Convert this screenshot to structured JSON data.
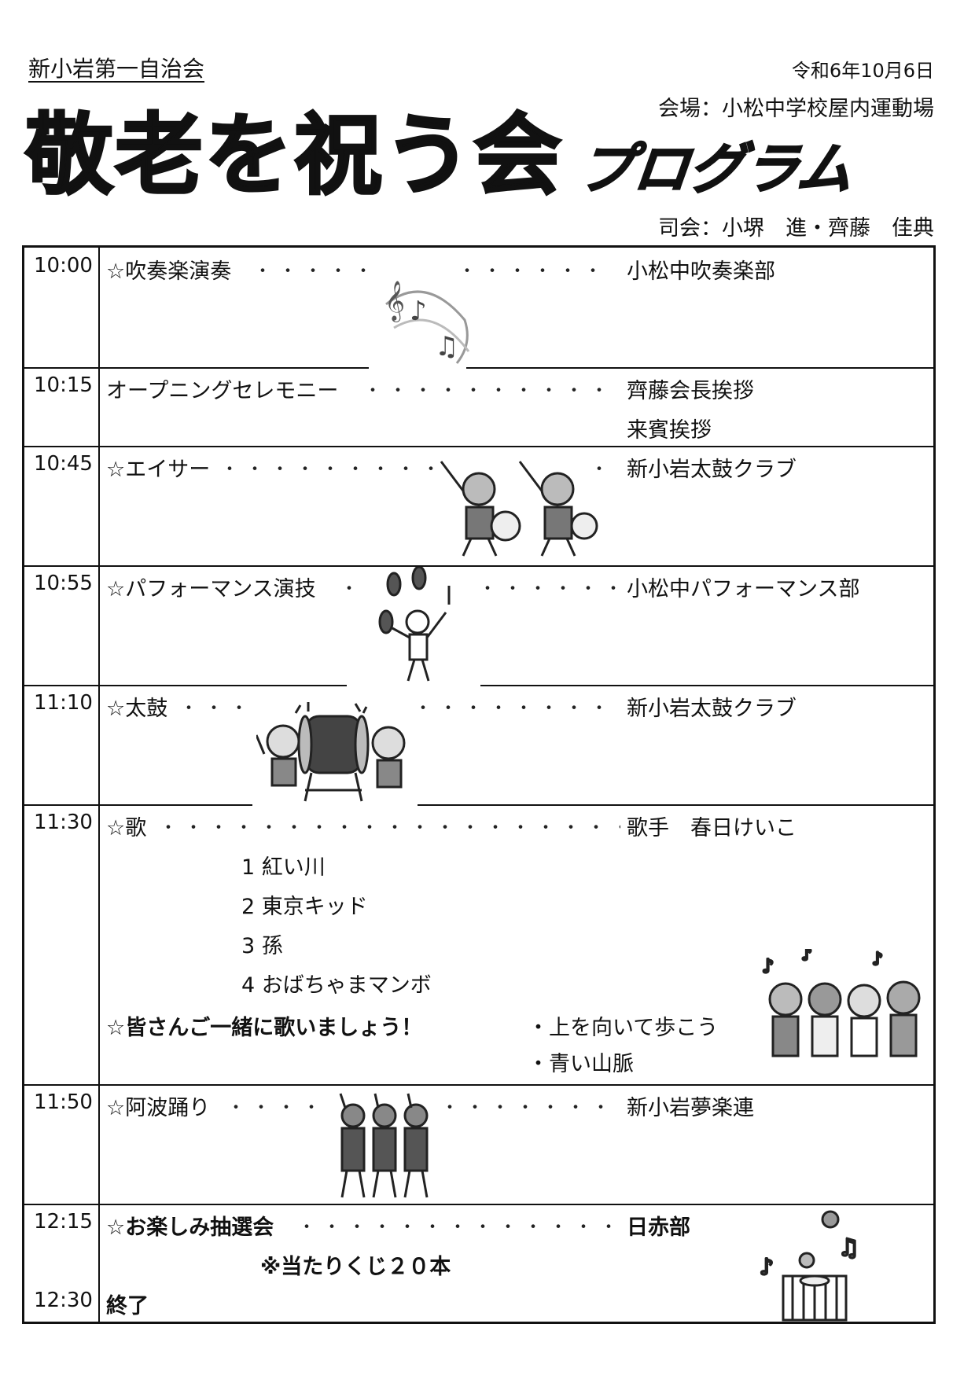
{
  "header": {
    "org": "新小岩第一自治会",
    "date": "令和6年10月6日",
    "venue": "会場：小松中学校屋内運動場",
    "title": "敬老を祝う会",
    "subtitle": "プログラム",
    "mc": "司会：小堺　進・齊藤　佳典"
  },
  "program": [
    {
      "time": "10:00",
      "activity": "☆吹奏楽演奏",
      "performer": "小松中吹奏楽部"
    },
    {
      "time": "10:15",
      "activity": "オープニングセレモニー",
      "performer": "齊藤会長挨拶",
      "performer2": "来賓挨拶"
    },
    {
      "time": "10:45",
      "activity": "☆エイサー",
      "performer": "新小岩太鼓クラブ"
    },
    {
      "time": "10:55",
      "activity": "☆パフォーマンス演技",
      "performer": "小松中パフォーマンス部"
    },
    {
      "time": "11:10",
      "activity": "☆太鼓",
      "performer": "新小岩太鼓クラブ"
    },
    {
      "time": "11:30",
      "activity": "☆歌",
      "performer": "歌手　春日けいこ",
      "songs": [
        "1 紅い川",
        "2 東京キッド",
        "3 孫",
        "4 おばちゃまマンボ"
      ],
      "singalong": "☆皆さんご一緒に歌いましょう！",
      "singalong_songs": [
        "・上を向いて歩こう",
        "・青い山脈"
      ]
    },
    {
      "time": "11:50",
      "activity": "☆阿波踊り",
      "performer": "新小岩夢楽連"
    },
    {
      "time": "12:15",
      "activity": "☆お楽しみ抽選会",
      "performer": "日赤部",
      "note": "※当たりくじ２０本"
    },
    {
      "time": "12:30",
      "activity": "終了"
    }
  ],
  "dots": "・・・・・・・・・・・・・・・・・・・・・・・・・"
}
